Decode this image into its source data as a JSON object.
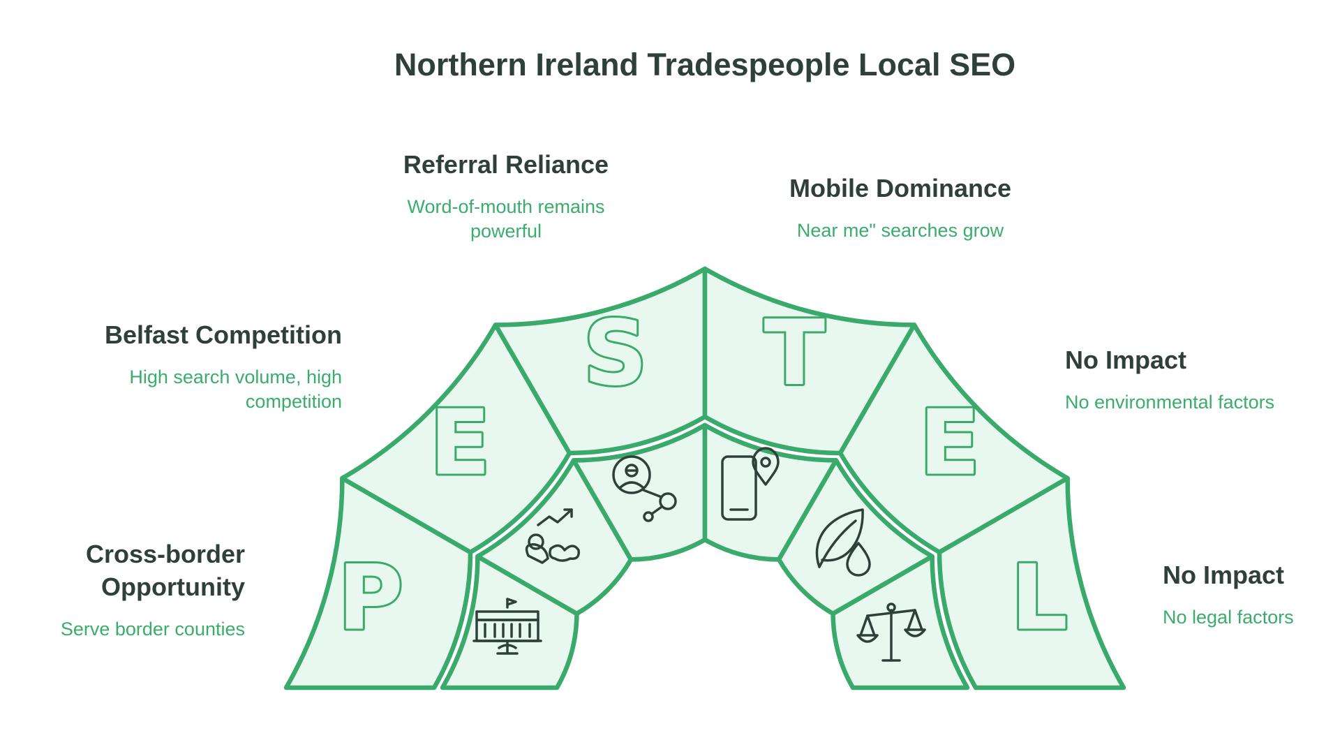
{
  "title": "Northern Ireland Tradespeople Local SEO",
  "segments": [
    {
      "letter": "P",
      "heading": "Cross-border Opportunity",
      "description": "Serve border counties",
      "icon": "government-building-icon"
    },
    {
      "letter": "E",
      "heading": "Belfast Competition",
      "description": "High search volume, high competition",
      "icon": "growth-chart-icon"
    },
    {
      "letter": "S",
      "heading": "Referral Reliance",
      "description": "Word-of-mouth remains powerful",
      "icon": "people-network-icon"
    },
    {
      "letter": "T",
      "heading": "Mobile Dominance",
      "description": "Near me\" searches grow",
      "icon": "mobile-location-icon"
    },
    {
      "letter": "E",
      "heading": "No Impact",
      "description": "No environmental factors",
      "icon": "leaf-water-drop-icon"
    },
    {
      "letter": "L",
      "heading": "No Impact",
      "description": "No legal factors",
      "icon": "scales-of-justice-icon"
    }
  ],
  "colors": {
    "stroke": "#3aa96c",
    "fill": "#e9f8ef",
    "heading": "#2f3f3a",
    "description": "#3aac6c"
  }
}
